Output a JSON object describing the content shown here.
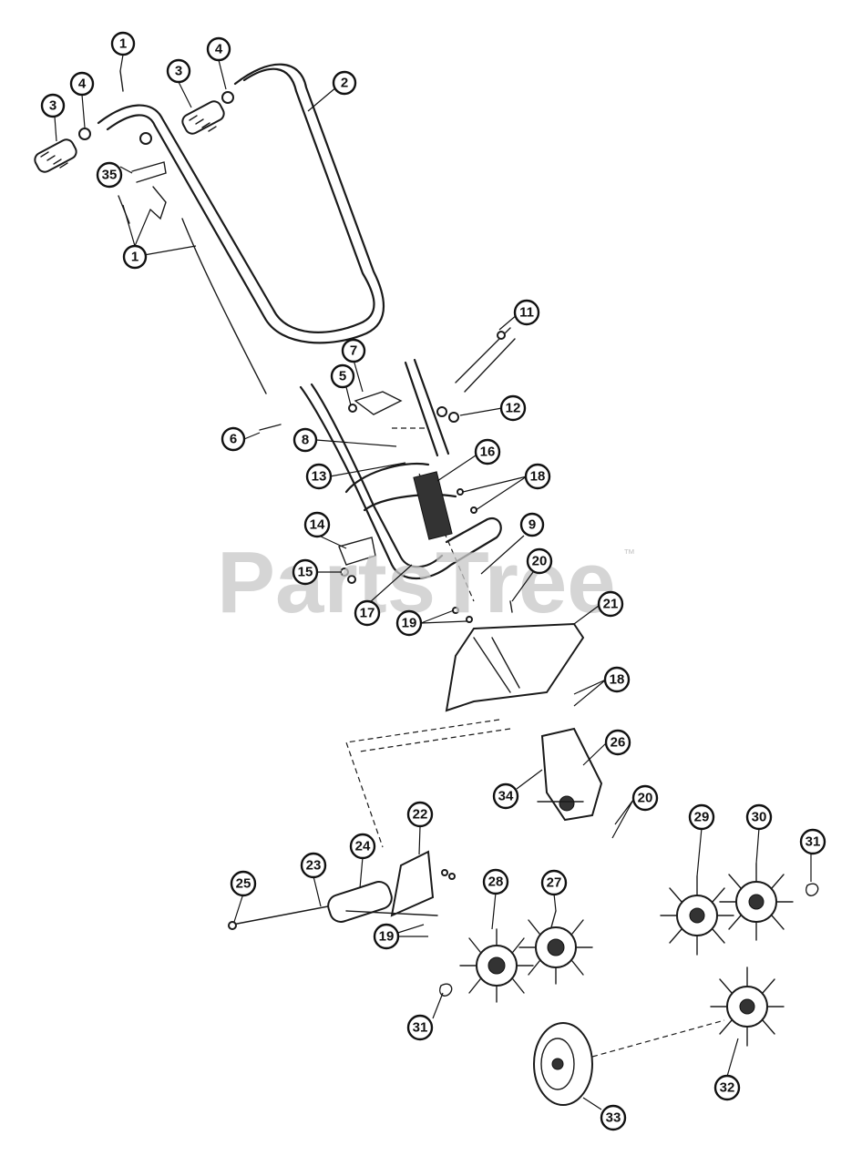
{
  "watermark": {
    "text": "PartsTree",
    "trademark": "™"
  },
  "callouts": [
    {
      "id": "c1a",
      "label": "1"
    },
    {
      "id": "c1b",
      "label": "1"
    },
    {
      "id": "c2",
      "label": "2"
    },
    {
      "id": "c3a",
      "label": "3"
    },
    {
      "id": "c3b",
      "label": "3"
    },
    {
      "id": "c4a",
      "label": "4"
    },
    {
      "id": "c4b",
      "label": "4"
    },
    {
      "id": "c5",
      "label": "5"
    },
    {
      "id": "c6",
      "label": "6"
    },
    {
      "id": "c7",
      "label": "7"
    },
    {
      "id": "c8",
      "label": "8"
    },
    {
      "id": "c9",
      "label": "9"
    },
    {
      "id": "c11",
      "label": "11"
    },
    {
      "id": "c12",
      "label": "12"
    },
    {
      "id": "c13",
      "label": "13"
    },
    {
      "id": "c14",
      "label": "14"
    },
    {
      "id": "c15",
      "label": "15"
    },
    {
      "id": "c16",
      "label": "16"
    },
    {
      "id": "c17",
      "label": "17"
    },
    {
      "id": "c18a",
      "label": "18"
    },
    {
      "id": "c18b",
      "label": "18"
    },
    {
      "id": "c19a",
      "label": "19"
    },
    {
      "id": "c19b",
      "label": "19"
    },
    {
      "id": "c20a",
      "label": "20"
    },
    {
      "id": "c20b",
      "label": "20"
    },
    {
      "id": "c21",
      "label": "21"
    },
    {
      "id": "c22",
      "label": "22"
    },
    {
      "id": "c23",
      "label": "23"
    },
    {
      "id": "c24",
      "label": "24"
    },
    {
      "id": "c25",
      "label": "25"
    },
    {
      "id": "c26",
      "label": "26"
    },
    {
      "id": "c27",
      "label": "27"
    },
    {
      "id": "c28",
      "label": "28"
    },
    {
      "id": "c29",
      "label": "29"
    },
    {
      "id": "c30",
      "label": "30"
    },
    {
      "id": "c31a",
      "label": "31"
    },
    {
      "id": "c31b",
      "label": "31"
    },
    {
      "id": "c32",
      "label": "32"
    },
    {
      "id": "c33",
      "label": "33"
    },
    {
      "id": "c34",
      "label": "34"
    },
    {
      "id": "c35",
      "label": "35"
    }
  ]
}
